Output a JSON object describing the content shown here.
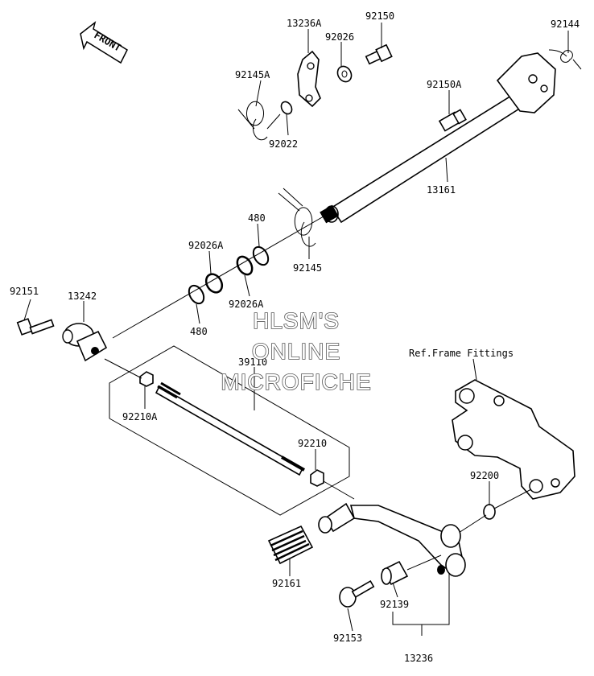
{
  "front_label": "FRONT",
  "ref_note": "Ref.Frame Fittings",
  "watermark": [
    "HLSM'S",
    "ONLINE",
    "MICROFICHE"
  ],
  "part_labels": {
    "p13236A": "13236A",
    "p92150": "92150",
    "p92144": "92144",
    "p92026": "92026",
    "p92145A": "92145A",
    "p92150A": "92150A",
    "p92022": "92022",
    "p13161": "13161",
    "p480a": "480",
    "p92026A_a": "92026A",
    "p92145": "92145",
    "p92151": "92151",
    "p13242": "13242",
    "p92026A_b": "92026A",
    "p480b": "480",
    "p39110": "39110",
    "p92210A": "92210A",
    "p92210": "92210",
    "p92200": "92200",
    "p92161": "92161",
    "p92139": "92139",
    "p92153": "92153",
    "p13236": "13236"
  }
}
